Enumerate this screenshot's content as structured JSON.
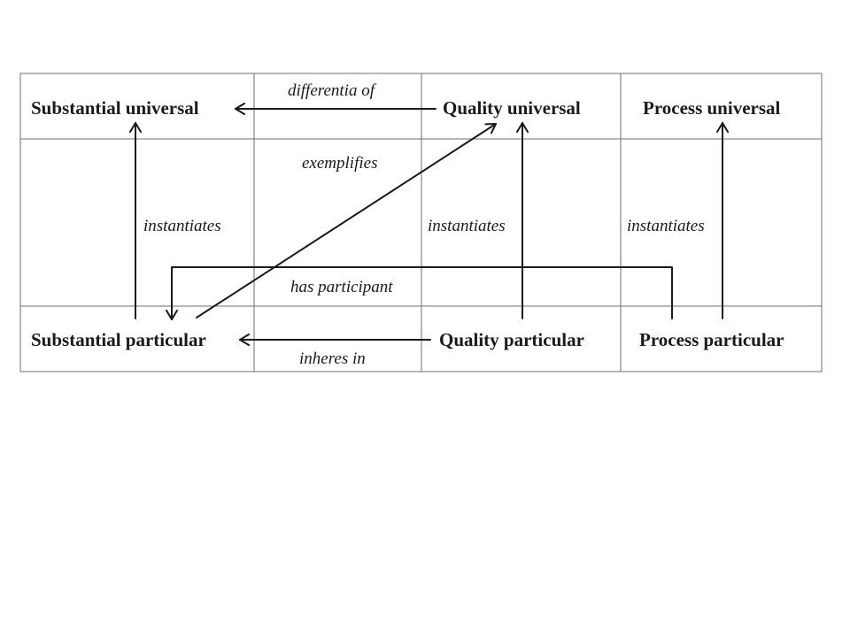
{
  "nodes": {
    "substantial_universal": "Substantial universal",
    "quality_universal": "Quality universal",
    "process_universal": "Process universal",
    "substantial_particular": "Substantial particular",
    "quality_particular": "Quality particular",
    "process_particular": "Process particular"
  },
  "edges": {
    "differentia_of": "differentia of",
    "exemplifies": "exemplifies",
    "instantiates_substantial": "instantiates",
    "instantiates_quality": "instantiates",
    "instantiates_process": "instantiates",
    "has_participant": "has participant",
    "inheres_in": "inheres in"
  }
}
